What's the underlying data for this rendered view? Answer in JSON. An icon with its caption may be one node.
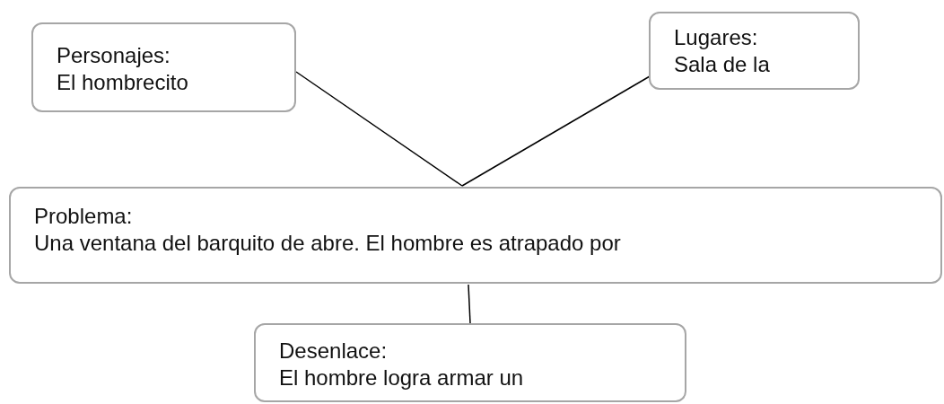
{
  "diagram": {
    "nodes": [
      {
        "text": [
          "Personajes:",
          "El hombrecito"
        ]
      },
      {
        "text": [
          "Lugares:",
          "Sala de la"
        ]
      },
      {
        "text": [
          "Problema:",
          "Una ventana del barquito de abre. El hombre es atrapado por"
        ]
      },
      {
        "text": [
          "Desenlace:",
          "El hombre logra armar un"
        ]
      }
    ],
    "edges": [
      {
        "from": 0,
        "to": 2,
        "arrow": "none"
      },
      {
        "from": 1,
        "to": 2,
        "arrow": "none"
      },
      {
        "from": 2,
        "to": 3,
        "arrow": "none"
      }
    ]
  }
}
